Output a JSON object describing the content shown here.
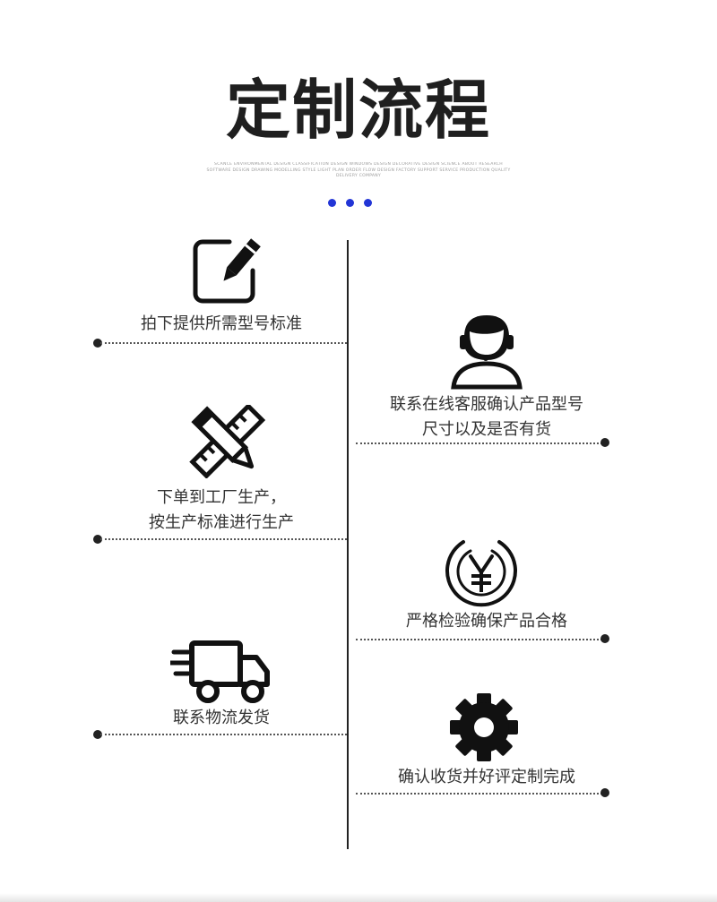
{
  "header": {
    "title": "定制流程",
    "subtitle": "SCANCE ENVIRONMENTAL DESIGN CLASSIFICATION DESIGN WINDOWS DESIGN DECORATIVE DESIGN SCIENCE ABOUT RESEARCH SOFTWARE DESIGN DRAWING MODELLING STYLE LIGHT PLAN ORDER FLOW DESIGN FACTORY SUPPORT SERVICE PRODUCTION QUALITY DELIVERY COMPANY"
  },
  "accent_colors": {
    "dots": "#2235d6",
    "line": "#222222"
  },
  "steps": [
    {
      "icon": "edit-icon",
      "lines": [
        "拍下提供所需型号标准"
      ]
    },
    {
      "icon": "customer-service-icon",
      "lines": [
        "联系在线客服确认产品型号",
        "尺寸以及是否有货"
      ]
    },
    {
      "icon": "ruler-pencil-icon",
      "lines": [
        "下单到工厂生产，",
        "按生产标准进行生产"
      ]
    },
    {
      "icon": "yuan-icon",
      "lines": [
        "严格检验确保产品合格"
      ]
    },
    {
      "icon": "truck-icon",
      "lines": [
        "联系物流发货"
      ]
    },
    {
      "icon": "gear-icon",
      "lines": [
        "确认收货并好评定制完成"
      ]
    }
  ]
}
